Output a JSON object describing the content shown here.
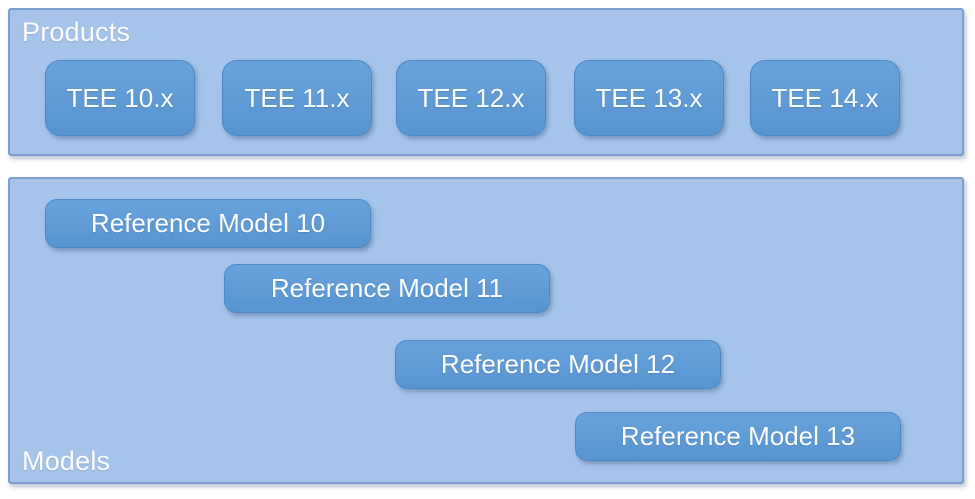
{
  "colors": {
    "page_background": "#ffffff",
    "panel_fill": "#a6c4e9",
    "panel_border": "#7b9fd0",
    "box_fill_top": "#69a2db",
    "box_fill_bottom": "#5794d0",
    "box_border": "#4d89c8",
    "text": "#fdfeff"
  },
  "products_panel": {
    "label": "Products",
    "items": [
      {
        "label": "TEE 10.x"
      },
      {
        "label": "TEE 11.x"
      },
      {
        "label": "TEE 12.x"
      },
      {
        "label": "TEE 13.x"
      },
      {
        "label": "TEE 14.x"
      }
    ]
  },
  "models_panel": {
    "label": "Models",
    "items": [
      {
        "label": "Reference Model 10"
      },
      {
        "label": "Reference Model 11"
      },
      {
        "label": "Reference Model 12"
      },
      {
        "label": "Reference Model 13"
      }
    ]
  }
}
